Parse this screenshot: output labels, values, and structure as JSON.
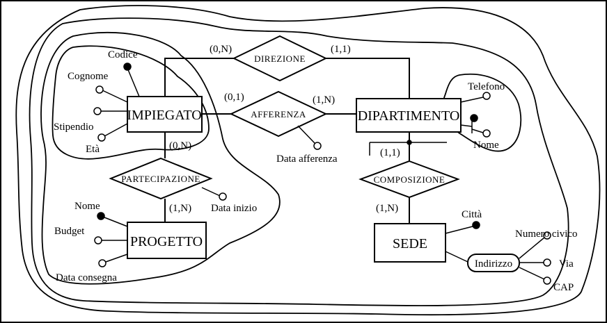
{
  "entities": {
    "impiegato": "IMPIEGATO",
    "dipartimento": "DIPARTIMENTO",
    "progetto": "PROGETTO",
    "sede": "SEDE"
  },
  "relationships": {
    "direzione": "DIREZIONE",
    "afferenza": "AFFERENZA",
    "partecipazione": "PARTECIPAZIONE",
    "composizione": "COMPOSIZIONE"
  },
  "attributes": {
    "codice": "Codice",
    "cognome": "Cognome",
    "stipendio": "Stipendio",
    "eta": "Età",
    "telefono": "Telefono",
    "nome_dip": "Nome",
    "data_afferenza": "Data afferenza",
    "data_inizio": "Data inizio",
    "nome_prog": "Nome",
    "budget": "Budget",
    "data_consegna": "Data consegna",
    "citta": "Città",
    "indirizzo": "Indirizzo",
    "numero_civico": "Numero civico",
    "via": "Via",
    "cap": "CAP"
  },
  "cardinalities": {
    "imp_direzione": "(0,N)",
    "dip_direzione": "(1,1)",
    "imp_afferenza": "(0,1)",
    "dip_afferenza": "(1,N)",
    "imp_partecipazione": "(0,N)",
    "prog_partecipazione": "(1,N)",
    "dip_composizione": "(1,1)",
    "sede_composizione": "(1,N)"
  }
}
